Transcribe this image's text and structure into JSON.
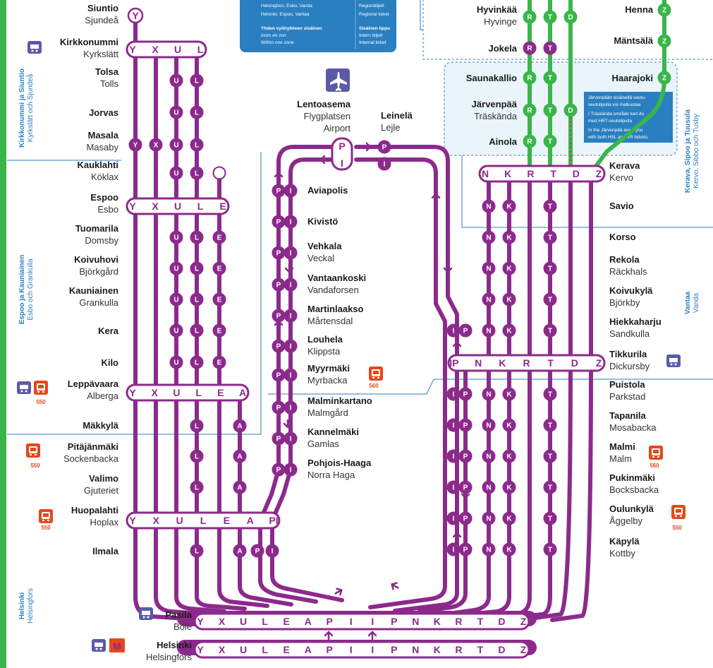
{
  "colors": {
    "commuter": "#8c2a8c",
    "green": "#3ab54a",
    "zone_line": "#2a7fc1",
    "zone_bg": "#eaf4fb",
    "frame": "#3ab54a",
    "bus": "#e8461b",
    "train_badge": "#5b5aa8"
  },
  "west_stations": [
    {
      "fi": "Siuntio",
      "sv": "Sjundeå"
    },
    {
      "fi": "Kirkkonummi",
      "sv": "Kyrkslätt"
    },
    {
      "fi": "Tolsa",
      "sv": "Tolls"
    },
    {
      "fi": "Jorvas",
      "sv": ""
    },
    {
      "fi": "Masala",
      "sv": "Masaby"
    },
    {
      "fi": "Kauklahti",
      "sv": "Köklax"
    },
    {
      "fi": "Espoo",
      "sv": "Esbo"
    },
    {
      "fi": "Tuomarila",
      "sv": "Domsby"
    },
    {
      "fi": "Koivuhovi",
      "sv": "Björkgård"
    },
    {
      "fi": "Kauniainen",
      "sv": "Grankulla"
    },
    {
      "fi": "Kera",
      "sv": ""
    },
    {
      "fi": "Kilo",
      "sv": ""
    },
    {
      "fi": "Leppävaara",
      "sv": "Alberga"
    },
    {
      "fi": "Mäkkylä",
      "sv": ""
    },
    {
      "fi": "Pitäjänmäki",
      "sv": "Sockenbacka"
    },
    {
      "fi": "Valimo",
      "sv": "Gjuteriet"
    },
    {
      "fi": "Huopalahti",
      "sv": "Hoplax"
    },
    {
      "fi": "Ilmala",
      "sv": ""
    }
  ],
  "ring_stations": [
    {
      "fi": "Aviapolis",
      "sv": ""
    },
    {
      "fi": "Kivistö",
      "sv": ""
    },
    {
      "fi": "Vehkala",
      "sv": "Veckal"
    },
    {
      "fi": "Vantaankoski",
      "sv": "Vandaforsen"
    },
    {
      "fi": "Martinlaakso",
      "sv": "Mårtensdal"
    },
    {
      "fi": "Louhela",
      "sv": "Klippsta"
    },
    {
      "fi": "Myyrmäki",
      "sv": "Myrbacka"
    },
    {
      "fi": "Malminkartano",
      "sv": "Malmgård"
    },
    {
      "fi": "Kannelmäki",
      "sv": "Gamlas"
    },
    {
      "fi": "Pohjois-Haaga",
      "sv": "Norra Haga"
    }
  ],
  "airport": {
    "fi": "Lentoasema",
    "sv": "Flygplatsen",
    "en": "Airport"
  },
  "leinela": {
    "fi": "Leinelä",
    "sv": "Lejle"
  },
  "east_stations": [
    {
      "fi": "Kerava",
      "sv": "Kervo"
    },
    {
      "fi": "Savio",
      "sv": ""
    },
    {
      "fi": "Korso",
      "sv": ""
    },
    {
      "fi": "Rekola",
      "sv": "Räckhals"
    },
    {
      "fi": "Koivukylä",
      "sv": "Björkby"
    },
    {
      "fi": "Hiekkaharju",
      "sv": "Sandkulla"
    },
    {
      "fi": "Tikkurila",
      "sv": "Dickursby"
    },
    {
      "fi": "Puistola",
      "sv": "Parkstad"
    },
    {
      "fi": "Tapanila",
      "sv": "Mosabacka"
    },
    {
      "fi": "Malmi",
      "sv": "Malm"
    },
    {
      "fi": "Pukinmäki",
      "sv": "Bocksbacka"
    },
    {
      "fi": "Oulunkylä",
      "sv": "Åggelby"
    },
    {
      "fi": "Käpylä",
      "sv": "Kottby"
    }
  ],
  "north_stations": [
    {
      "fi": "Hyvinkää",
      "sv": "Hyvinge"
    },
    {
      "fi": "Jokela",
      "sv": ""
    },
    {
      "fi": "Saunakallio",
      "sv": ""
    },
    {
      "fi": "Järvenpää",
      "sv": "Träskända"
    },
    {
      "fi": "Ainola",
      "sv": ""
    },
    {
      "fi": "Henna",
      "sv": ""
    },
    {
      "fi": "Mäntsälä",
      "sv": ""
    },
    {
      "fi": "Haarajoki",
      "sv": ""
    }
  ],
  "hubs": {
    "pasila": {
      "fi": "Pasila",
      "sv": "Böle"
    },
    "helsinki": {
      "fi": "Helsinki",
      "sv": "Helsingfors"
    }
  },
  "line_letters": {
    "kirkkonummi": [
      "Y",
      "X",
      "U",
      "L"
    ],
    "espoo": [
      "Y",
      "X",
      "U",
      "L",
      "E"
    ],
    "leppavaara": [
      "Y",
      "X",
      "U",
      "L",
      "E",
      "A"
    ],
    "huopalahti": [
      "Y",
      "X",
      "U",
      "L",
      "E",
      "A",
      "PI"
    ],
    "kerava": [
      "N",
      "K",
      "R",
      "T",
      "D",
      "Z"
    ],
    "tikkurila": [
      "IP",
      "N",
      "K",
      "R",
      "T",
      "D",
      "Z"
    ],
    "pasila": [
      "Y",
      "X",
      "U",
      "L",
      "E",
      "A",
      "P",
      "I",
      "I",
      "P",
      "N",
      "K",
      "R",
      "T",
      "D",
      "Z"
    ],
    "helsinki": [
      "Y",
      "X",
      "U",
      "L",
      "E",
      "A",
      "P",
      "I",
      "I",
      "P",
      "N",
      "K",
      "R",
      "T",
      "D",
      "Z"
    ]
  },
  "badge_letters": {
    "siuntio": "Y",
    "masala": [
      "Y",
      "X",
      "U",
      "L"
    ],
    "west_ul": [
      "U",
      "L"
    ],
    "kauklahti": [
      "U",
      "L",
      "E"
    ],
    "west_ule": [
      "U",
      "L",
      "E"
    ],
    "west_la": [
      "L",
      "A"
    ],
    "ilmala": [
      "L",
      "A",
      "P",
      "I"
    ],
    "ring_pi": [
      "P",
      "I"
    ],
    "east_ipnk": [
      "I",
      "P",
      "N",
      "K"
    ],
    "east_nk": [
      "N",
      "K"
    ],
    "east_t": "T",
    "north_rtd": [
      "R",
      "T",
      "D"
    ],
    "north_rt": [
      "R",
      "T"
    ],
    "north_z": "Z"
  },
  "bus_numbers": {
    "leppavaara": "550",
    "pitajanmaki": "550",
    "huopalahti": "550",
    "myyrmaki": "560",
    "malmi": "560",
    "oulunkyla": "550"
  },
  "zones": {
    "kirkkonummi": {
      "fi": "Kirkkonummi ja Siuntio",
      "sv": "Kyrkslätt och Sjundeå"
    },
    "espoo": {
      "fi": "Espoo ja Kauniainen",
      "sv": "Esbo och Grankulla"
    },
    "helsinki": {
      "fi": "Helsinki",
      "sv": "Helsingfors"
    },
    "vantaa": {
      "fi": "Vantaa",
      "sv": "Vanda"
    },
    "kerava": {
      "fi": "Kerava, Sipoo ja Tuusula",
      "sv": "Kervo, Sibbo och Tusby"
    }
  },
  "legend": {
    "col1": [
      "Helsingfors, Esbo, Vanda",
      "Helsinki, Espoo, Vantaa",
      "Yhden vyöhykkeen sisäinen",
      "Inom en zon",
      "Within one zone"
    ],
    "col2": [
      "Regionbiljett",
      "Regional ticket",
      "Sisäinen lippu",
      "Intern biljett",
      "Internal ticket"
    ]
  },
  "north_note": [
    "Järvenpään sisäisellä seutu-",
    "seutulipulla voi matkustaa",
    "I Träskända område kan du",
    "med HRT-seutulipulla",
    "In the Järvenpää area, you",
    "with both HSL and VR tickets."
  ],
  "icons": [
    "train-icon",
    "bus-icon",
    "metro-icon",
    "airplane-icon"
  ],
  "metro_letter": "M"
}
